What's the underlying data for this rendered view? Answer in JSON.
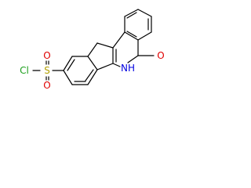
{
  "structure": {
    "atoms": [
      {
        "id": "Cl",
        "label": "Cl",
        "color": "#1a9e1a"
      },
      {
        "id": "S",
        "label": "S",
        "color": "#b3a000"
      },
      {
        "id": "O1",
        "label": "O",
        "color": "#e00000"
      },
      {
        "id": "O2",
        "label": "O",
        "color": "#e00000"
      },
      {
        "id": "NH",
        "label": "NH",
        "color": "#0000e0"
      },
      {
        "id": "O3",
        "label": "O",
        "color": "#e00000"
      }
    ]
  }
}
